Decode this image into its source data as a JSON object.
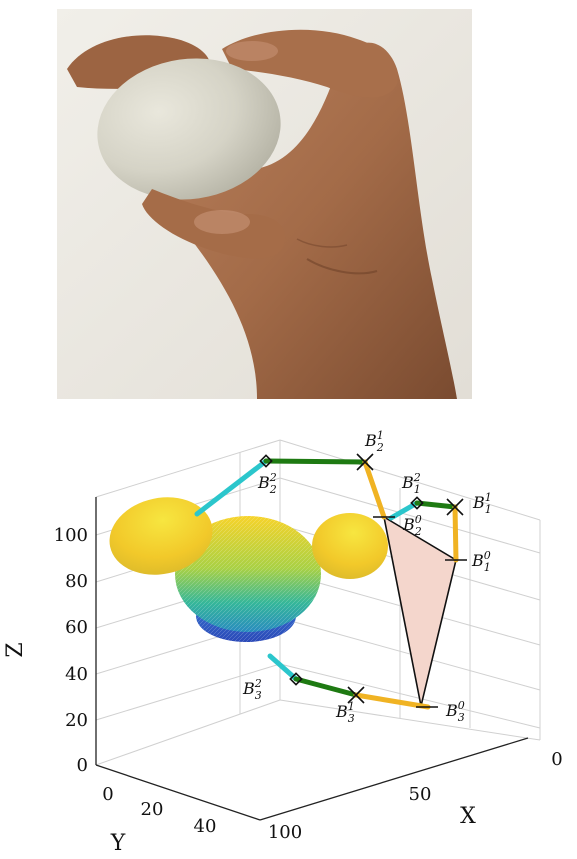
{
  "photo": {
    "subject": "hand-holding-egg-photo"
  },
  "chart_data": {
    "type": "3d-plot",
    "axes": {
      "z": {
        "label": "Z",
        "ticks": [
          "0",
          "20",
          "40",
          "60",
          "80",
          "100"
        ]
      },
      "y": {
        "label": "Y",
        "ticks": [
          "0",
          "20",
          "40"
        ]
      },
      "x": {
        "label": "X",
        "ticks": [
          "0",
          "50",
          "100"
        ]
      }
    },
    "grid": true,
    "points": [
      {
        "key": "B22",
        "base": "B",
        "sub": "2",
        "sup": "2"
      },
      {
        "key": "B21",
        "base": "B",
        "sub": "2",
        "sup": "1"
      },
      {
        "key": "B12",
        "base": "B",
        "sub": "1",
        "sup": "2"
      },
      {
        "key": "B11",
        "base": "B",
        "sub": "1",
        "sup": "1"
      },
      {
        "key": "B20",
        "base": "B",
        "sub": "2",
        "sup": "0"
      },
      {
        "key": "B10",
        "base": "B",
        "sub": "1",
        "sup": "0"
      },
      {
        "key": "B32",
        "base": "B",
        "sub": "3",
        "sup": "2"
      },
      {
        "key": "B31",
        "base": "B",
        "sub": "3",
        "sup": "1"
      },
      {
        "key": "B30",
        "base": "B",
        "sub": "3",
        "sup": "0"
      }
    ],
    "link_colors": {
      "proximal": "#f0b323",
      "middle": "#1e7a12",
      "distal": "#2bc6cc"
    },
    "triangle_fill": "#f4d6cc"
  }
}
